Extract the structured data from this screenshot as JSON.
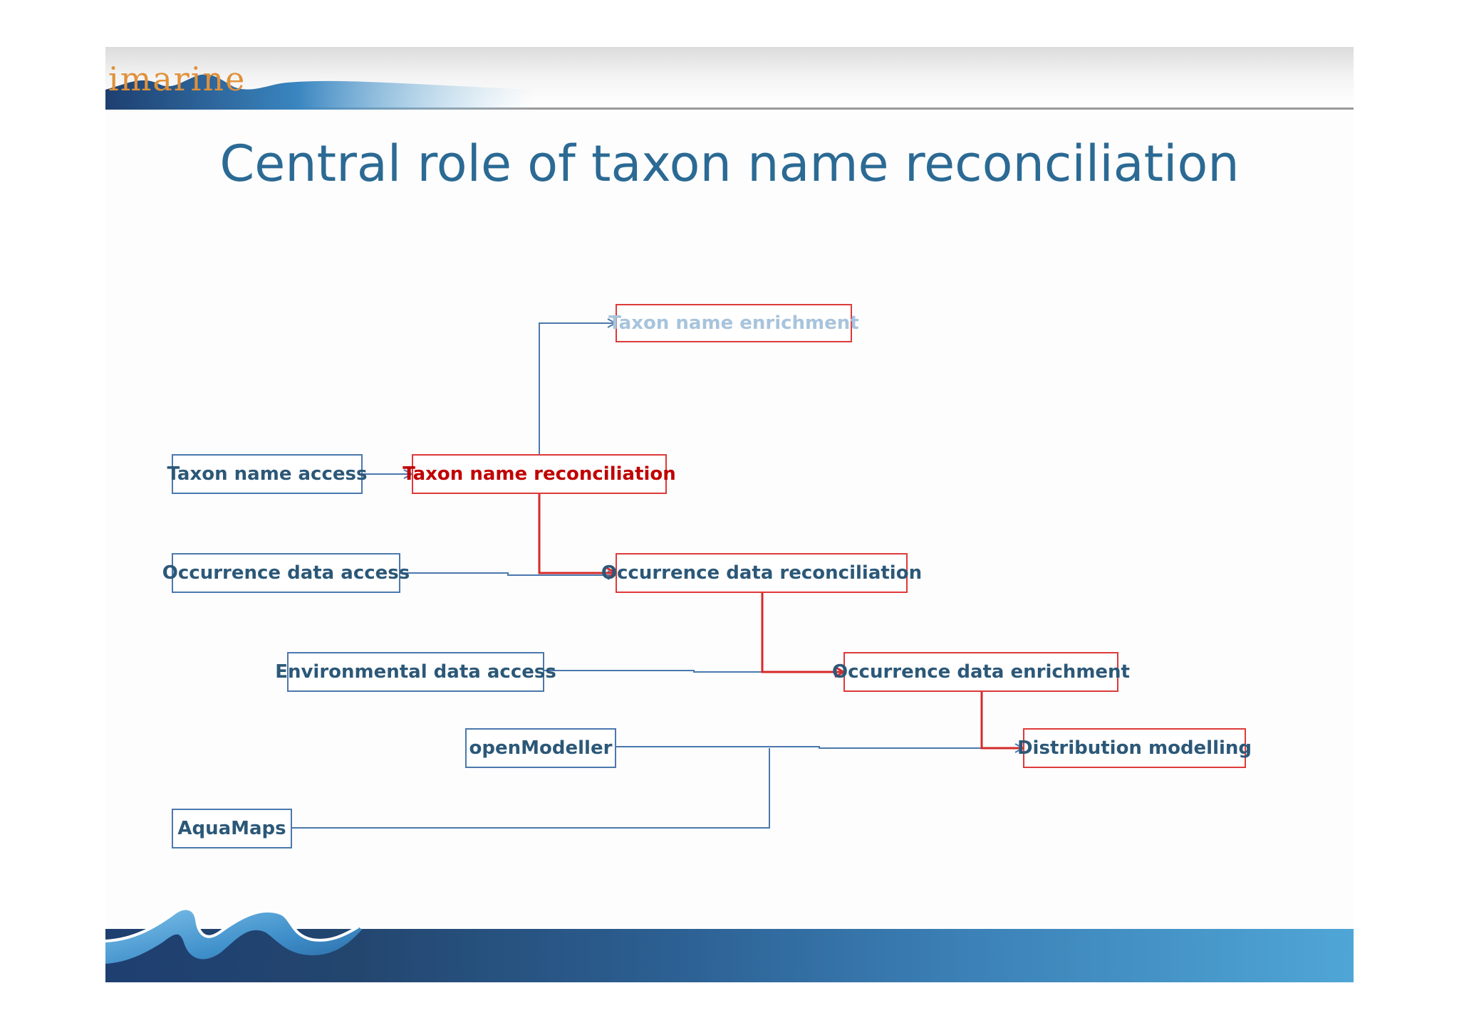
{
  "header": {
    "logo": "imarine"
  },
  "title": "Central role of taxon name reconciliation",
  "colors": {
    "title": "#2b6a94",
    "access_border": "#4b78ad",
    "process_border": "#dd3a3a",
    "reconciliation_text": "#c00000",
    "enrichment_text": "#a8c4dc"
  },
  "diagram": {
    "nodes": {
      "taxon_name_enrichment": "Taxon name enrichment",
      "taxon_name_access": "Taxon name access",
      "taxon_name_reconciliation": "Taxon name reconciliation",
      "occurrence_data_access": "Occurrence data access",
      "occurrence_data_reconciliation": "Occurrence data reconciliation",
      "environmental_data_access": "Environmental data access",
      "occurrence_data_enrichment": "Occurrence data enrichment",
      "open_modeller": "openModeller",
      "distribution_modelling": "Distribution modelling",
      "aquamaps": "AquaMaps"
    },
    "edges": [
      {
        "from": "taxon_name_access",
        "to": "taxon_name_reconciliation"
      },
      {
        "from": "taxon_name_reconciliation",
        "to": "taxon_name_enrichment"
      },
      {
        "from": "taxon_name_reconciliation",
        "to": "occurrence_data_reconciliation"
      },
      {
        "from": "occurrence_data_access",
        "to": "occurrence_data_reconciliation"
      },
      {
        "from": "occurrence_data_reconciliation",
        "to": "occurrence_data_enrichment"
      },
      {
        "from": "environmental_data_access",
        "to": "occurrence_data_enrichment"
      },
      {
        "from": "occurrence_data_enrichment",
        "to": "distribution_modelling"
      },
      {
        "from": "open_modeller",
        "to": "distribution_modelling"
      },
      {
        "from": "aquamaps",
        "to": "distribution_modelling"
      }
    ]
  }
}
